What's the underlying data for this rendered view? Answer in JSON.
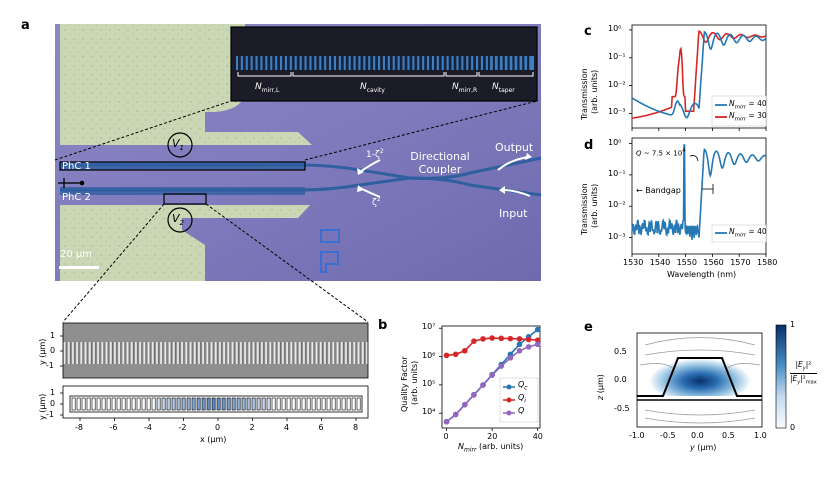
{
  "panel_labels": {
    "a": "a",
    "b": "b",
    "c": "c",
    "d": "d",
    "e": "e"
  },
  "micrograph": {
    "phc1": "PhC 1",
    "phc2": "PhC 2",
    "v1": "V",
    "v1_sub": "1",
    "v2": "V",
    "v2_sub": "2",
    "output": "Output",
    "input": "Input",
    "directional": "Directional",
    "coupler": "Coupler",
    "one_minus_zeta": "1-ζ",
    "one_minus_zeta_sup": "2",
    "zeta": "ζ",
    "zeta_sup": "2",
    "scalebar": "20 µm",
    "inset_labels": [
      {
        "main": "N",
        "sub": "mirr,L"
      },
      {
        "main": "N",
        "sub": "cavity"
      },
      {
        "main": "N",
        "sub": "mirr,R"
      },
      {
        "main": "N",
        "sub": "taper"
      }
    ]
  },
  "sem_panel": {
    "y_label": "y (µm)",
    "y_ticks_top": [
      "1",
      "0",
      "-1"
    ],
    "y_ticks_bottom": [
      "1",
      "0",
      "-1"
    ],
    "x_label": "x (µm)",
    "x_ticks": [
      "-8",
      "-6",
      "-4",
      "-2",
      "0",
      "2",
      "4",
      "6",
      "8"
    ]
  },
  "chart_data": [
    {
      "id": "b",
      "type": "line",
      "xlabel": "N_mirr (arb. units)",
      "ylabel": "Quality Factor (arb. units)",
      "yscale": "log",
      "xlim": [
        -2,
        41
      ],
      "ylim": [
        3000,
        12000000
      ],
      "x_ticks": [
        "0",
        "20",
        "40"
      ],
      "y_ticks": [
        "10⁴",
        "10⁵",
        "10⁶",
        "10⁷"
      ],
      "legend_position": "lower-right",
      "series": [
        {
          "name": "Q_c",
          "color": "#2478b4",
          "x": [
            0,
            4,
            8,
            12,
            16,
            20,
            24,
            28,
            32,
            36,
            40
          ],
          "y": [
            5000,
            9000,
            20000,
            45000,
            100000,
            230000,
            520000,
            1200000,
            2700000,
            5000000,
            9000000
          ]
        },
        {
          "name": "Q_i",
          "color": "#d62728",
          "x": [
            0,
            4,
            8,
            12,
            16,
            20,
            24,
            28,
            32,
            36,
            40
          ],
          "y": [
            1100000,
            1200000,
            1600000,
            3500000,
            4200000,
            4500000,
            4400000,
            4300000,
            4200000,
            4000000,
            3800000
          ]
        },
        {
          "name": "Q",
          "color": "#9467bd",
          "x": [
            0,
            4,
            8,
            12,
            16,
            20,
            24,
            28,
            32,
            36,
            40
          ],
          "y": [
            5000,
            9000,
            20000,
            44000,
            98000,
            220000,
            460000,
            900000,
            1600000,
            2200000,
            2700000
          ]
        }
      ]
    },
    {
      "id": "c",
      "type": "line",
      "ylabel": "Transmission (arb. units)",
      "yscale": "log",
      "xlim": [
        1530,
        1580
      ],
      "ylim": [
        0.0003,
        1.5
      ],
      "y_ticks": [
        "10⁰",
        "10⁻¹",
        "10⁻²",
        "10⁻³"
      ],
      "legend_position": "lower-right",
      "series": [
        {
          "name": "N_mirr = 40",
          "color": "#2478b4"
        },
        {
          "name": "N_mirr = 30",
          "color": "#d62728"
        }
      ]
    },
    {
      "id": "d",
      "type": "line",
      "xlabel": "Wavelength (nm)",
      "ylabel": "Transmission (arb. units)",
      "yscale": "log",
      "xlim": [
        1530,
        1580
      ],
      "ylim": [
        0.0003,
        1.5
      ],
      "x_ticks": [
        "1530",
        "1540",
        "1550",
        "1560",
        "1570",
        "1580"
      ],
      "y_ticks": [
        "10⁰",
        "10⁻¹",
        "10⁻²",
        "10⁻³"
      ],
      "legend_position": "lower-right",
      "annotations": [
        "Q ~ 7.5 × 10⁴",
        "Bandgap"
      ],
      "series": [
        {
          "name": "N_mirr = 40",
          "color": "#2478b4"
        }
      ]
    },
    {
      "id": "e",
      "type": "heatmap",
      "xlabel": "y (µm)",
      "ylabel": "z (µm)",
      "xlim": [
        -1.0,
        1.0
      ],
      "ylim": [
        -0.8,
        0.8
      ],
      "x_ticks": [
        "-1.0",
        "-0.5",
        "0.0",
        "0.5",
        "1.0"
      ],
      "y_ticks": [
        "0.5",
        "0.0",
        "-0.5"
      ],
      "colorbar_ticks": [
        "1",
        "0"
      ],
      "colorbar_label": "|E_y|² / |E_y|²_max"
    }
  ]
}
